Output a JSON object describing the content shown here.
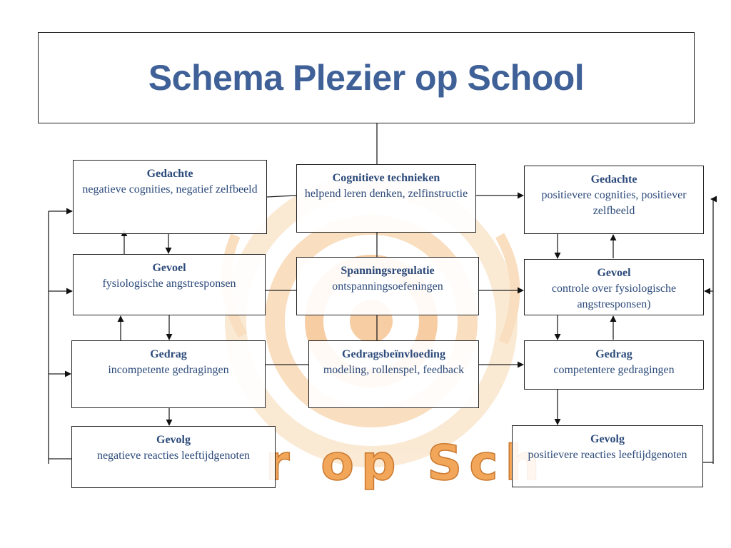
{
  "title": "Schema Plezier op School",
  "background_logo_text": "r op Sch",
  "colors": {
    "title": "#3f6198",
    "box_text": "#2c4a7a",
    "logo_orange": "#f2a65a"
  },
  "left_column": {
    "gedachte": {
      "head": "Gedachte",
      "body": "negatieve cognities, negatief zelfbeeld"
    },
    "gevoel": {
      "head": "Gevoel",
      "body": "fysiologische angstresponsen"
    },
    "gedrag": {
      "head": "Gedrag",
      "body": "incompetente gedragingen"
    },
    "gevolg": {
      "head": "Gevolg",
      "body": "negatieve reacties leeftijdgenoten"
    }
  },
  "middle_column": {
    "cognitief": {
      "head": "Cognitieve technieken",
      "body": "helpend leren denken, zelfinstructie"
    },
    "spanning": {
      "head": "Spanningsregulatie",
      "body": "ontspanningsoefeningen"
    },
    "gedragsbeinvloeding": {
      "head": "Gedragsbeïnvloeding",
      "body": "modeling, rollenspel, feedback"
    }
  },
  "right_column": {
    "gedachte": {
      "head": "Gedachte",
      "body": "positievere cognities, positiever zelfbeeld"
    },
    "gevoel": {
      "head": "Gevoel",
      "body": "controle over fysiologische angstresponsen)"
    },
    "gedrag": {
      "head": "Gedrag",
      "body": "competentere gedragingen"
    },
    "gevolg": {
      "head": "Gevolg",
      "body": "positievere reacties leeftijdgenoten"
    }
  }
}
